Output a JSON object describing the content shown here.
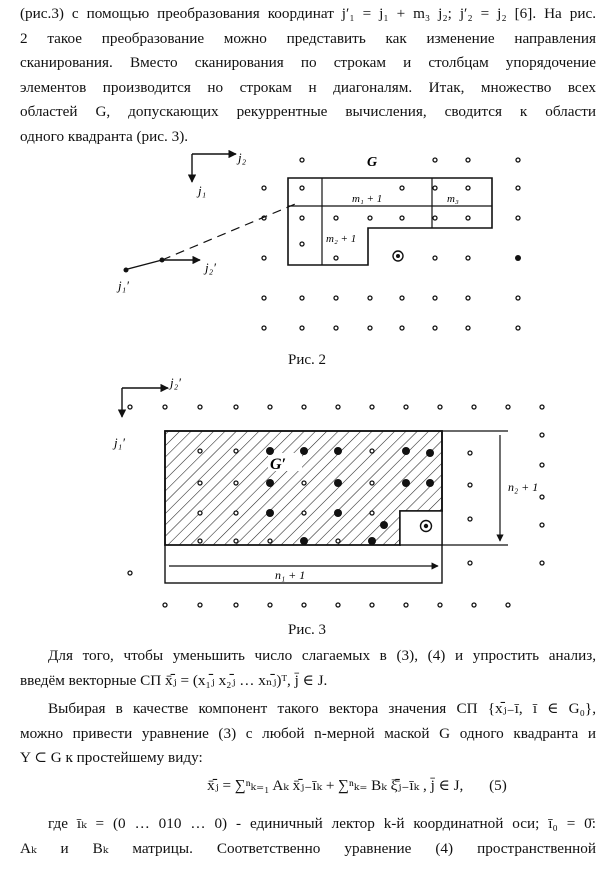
{
  "top_text": {
    "lines": [
      "(рис.3) с помощью преобразования координат j′₁ = j₁ + m₃ j₂; j′₂ = j₂ [6]. На рис.",
      "2 такое преобразование можно представить как изменение направления",
      "сканирования. Вместо сканирования по строкам и столбцам упорядочение",
      "элементов производится но строкам н диагоналям. Итак, множество всех",
      "областей G, допускающих рекуррентные вычисления, сводится к области",
      "одного квадранта (рис. 3)."
    ]
  },
  "figure2": {
    "axis_j2": "j₂",
    "axis_j1": "j₁",
    "axis_j2p": "j₂′",
    "axis_j1p": "j₁′",
    "label_G": "G",
    "label_m1": "m₁ + 1",
    "label_m3": "m₃",
    "label_m2": "m₂ + 1",
    "caption": "Рис. 2"
  },
  "figure3": {
    "axis_j2p": "j₂′",
    "axis_j1p": "j₁′",
    "label_G": "G′",
    "label_n2": "n₂ + 1",
    "label_n1": "n₁ + 1",
    "caption": "Рис. 3"
  },
  "para2": {
    "lines": [
      "Для того, чтобы уменьшить число слагаемых в (3), (4) и упростить анализ,",
      "введём векторные СП x̄ⱼ̄ = (x₁ⱼ̄ x₂ⱼ̄ … xₙⱼ̄)ᵀ, j̄ ∈ J."
    ]
  },
  "para3": {
    "lines": [
      "Выбирая в качестве компонент такого вектора значения СП {xⱼ̄₋ī, ī ∈ G₀},",
      "можно привести уравнение (3) с любой n-мерной маской G одного квадранта и",
      "Y ⊂ G к простейшему виду:"
    ]
  },
  "formula5": {
    "text": "x̄ⱼ̄ = ∑ⁿₖ₌₁ Aₖ x̄ⱼ̄₋īₖ + ∑ⁿₖ₌ Bₖ ξ̄ⱼ̄₋īₖ , j̄ ∈ J,",
    "number": "(5)"
  },
  "para4": {
    "lines": [
      "где īₖ = (0 … 010 … 0) - единичный лектор k-й координатной оси; ī₀ = 0̄:",
      "Aₖ  и  Bₖ  матрицы.  Соответственно  уравнение  (4)  пространственной"
    ]
  }
}
